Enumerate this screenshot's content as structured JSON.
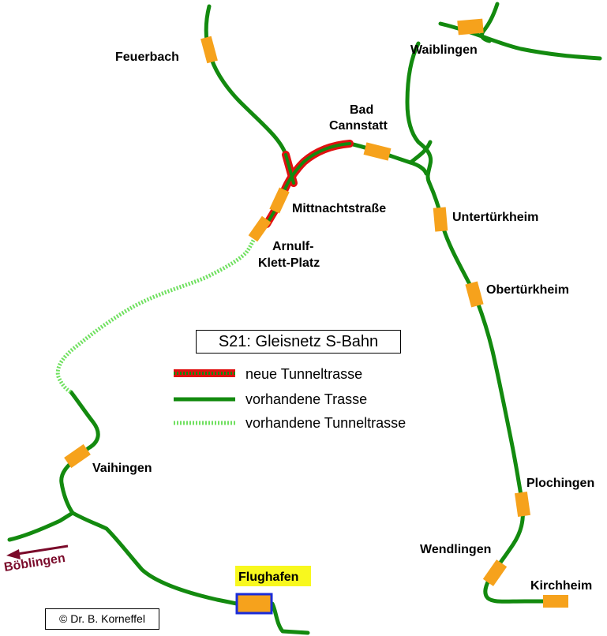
{
  "title": "S21: Gleisnetz S-Bahn",
  "copyright": "© Dr. B. Korneffel",
  "colors": {
    "existing_track": "#138a0f",
    "existing_tunnel": "#6fe05f",
    "new_tunnel_border": "#e01010",
    "station": "#f6a21c",
    "airport_frame": "#1a2cd8",
    "airport_label_bg": "#f8f81e",
    "direction_arrow": "#7a0a2a"
  },
  "legend": {
    "new_tunnel": "neue Tunneltrasse",
    "existing_track": "vorhandene Trasse",
    "existing_tunnel": "vorhandene Tunneltrasse"
  },
  "stations": {
    "feuerbach": "Feuerbach",
    "waiblingen": "Waiblingen",
    "bad": "Bad",
    "cannstatt": "Cannstatt",
    "mittnachtstrasse": "Mittnachtstraße",
    "arnulf": "Arnulf-",
    "klett_platz": "Klett-Platz",
    "untertuerkheim": "Untertürkheim",
    "obertuerkheim": "Obertürkheim",
    "vaihingen": "Vaihingen",
    "plochingen": "Plochingen",
    "wendlingen": "Wendlingen",
    "kirchheim": "Kirchheim",
    "flughafen": "Flughafen"
  },
  "direction": {
    "boeblingen": "Böblingen"
  }
}
